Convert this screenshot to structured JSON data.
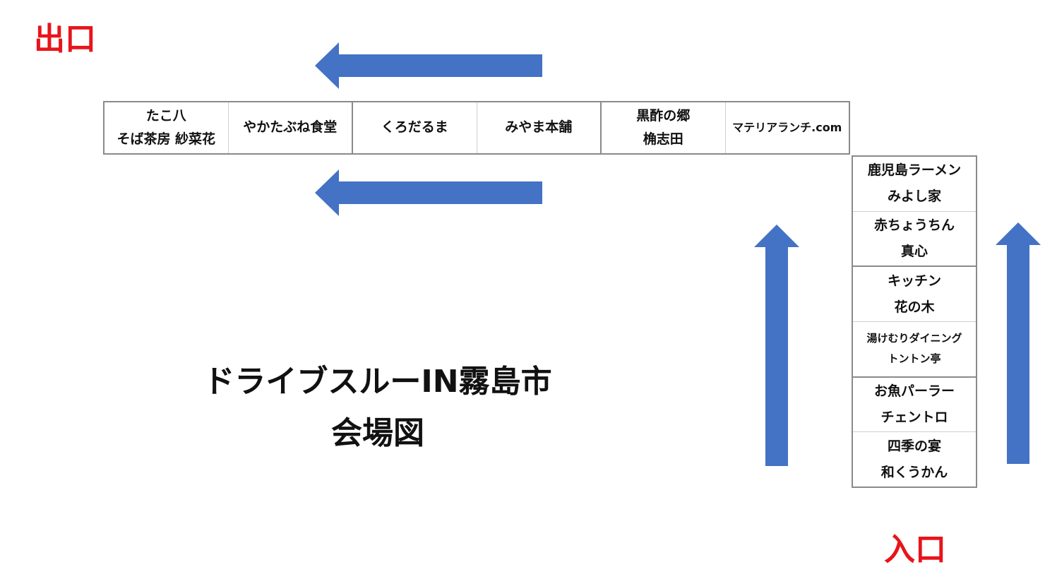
{
  "exit_label": "出口",
  "entrance_label": "入口",
  "label_color": "#e8141b",
  "arrow_color": "#4472c4",
  "title": {
    "line1": "ドライブスルーIN霧島市",
    "line2": "会場図"
  },
  "top_row": [
    {
      "line1": "たこ八",
      "line2": "そば茶房 紗菜花"
    },
    {
      "line1": "やかたぶね食堂"
    },
    {
      "line1": "くろだるま"
    },
    {
      "line1": "みやま本舗"
    },
    {
      "line1": "黒酢の郷",
      "line2": "桷志田"
    },
    {
      "line1": "マテリアランチ.com"
    }
  ],
  "right_column": [
    {
      "line1": "鹿児島ラーメン",
      "line2": "みよし家"
    },
    {
      "line1": "赤ちょうちん",
      "line2": "真心"
    },
    {
      "line1": "キッチン",
      "line2": "花の木"
    },
    {
      "line1": "湯けむりダイニング",
      "line2": "トントン亭"
    },
    {
      "line1": "お魚パーラー",
      "line2": "チェントロ"
    },
    {
      "line1": "四季の宴",
      "line2": "和くうかん"
    }
  ]
}
